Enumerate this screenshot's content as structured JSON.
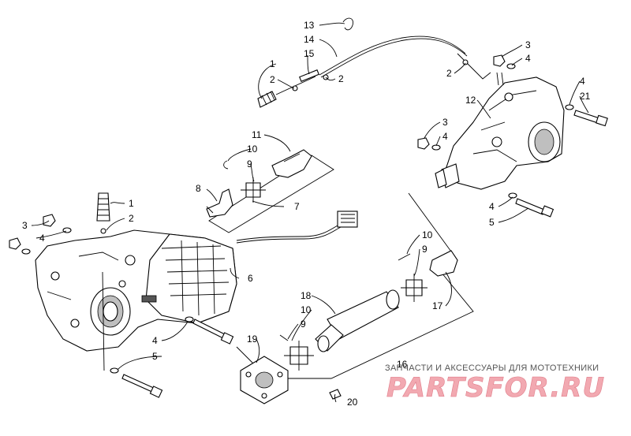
{
  "callouts": {
    "c1a": "1",
    "c1b": "1",
    "c2a": "2",
    "c2b": "2",
    "c2c": "2",
    "c2d": "2",
    "c3a": "3",
    "c3b": "3",
    "c3c": "3",
    "c4a": "4",
    "c4b": "4",
    "c4c": "4",
    "c4d": "4",
    "c4e": "4",
    "c4f": "4",
    "c5a": "5",
    "c5b": "5",
    "c6": "6",
    "c7": "7",
    "c8": "8",
    "c9a": "9",
    "c9b": "9",
    "c9c": "9",
    "c10a": "10",
    "c10b": "10",
    "c10c": "10",
    "c11": "11",
    "c12": "12",
    "c13": "13",
    "c14": "14",
    "c15": "15",
    "c16": "16",
    "c17": "17",
    "c18": "18",
    "c19": "19",
    "c20": "20",
    "c21": "21"
  },
  "watermark": {
    "tagline": "ЗАПЧАСТИ И АКСЕССУАРЫ ДЛЯ МОТОТЕХНИКИ",
    "logo": "PARTSFOR.RU"
  },
  "colors": {
    "line": "#000000",
    "watermark_logo": "#f2a9b1",
    "watermark_text": "#555555"
  }
}
